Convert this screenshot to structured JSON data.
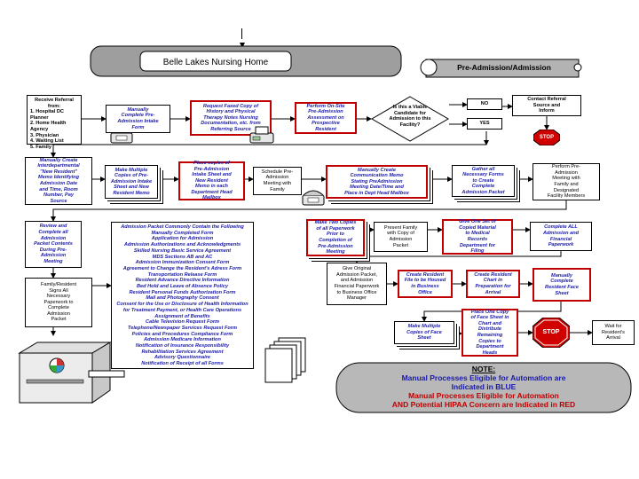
{
  "header": {
    "org_title": "Belle Lakes Nursing Home",
    "process_title": "Pre-Admission/Admission"
  },
  "colors": {
    "automation_blue": "#1a1aa8",
    "hipaa_red": "#c00000",
    "note_bg": "#b8b8b8",
    "stop_red": "#d00000"
  },
  "nodes": {
    "receive_referral": "Receive Referral\nfrom:",
    "referral_sources": [
      "1. Hospital DC Planner",
      "2. Home Health Agency",
      "3. Physician",
      "4. Waiting List",
      "5. Family"
    ],
    "manual_complete_intake": "Manually\nComplete Pre-\nAdmission Intake\nForm",
    "request_faxed_copy": "Request Faxed Copy of\nHistory and Physical\nTherapy Notes Nursing\nDocumentation, etc. from\nReferring Source",
    "perform_onsite": "Perform On-Site\nPre-Admission\nAssessment on\nProspective\nResident",
    "decision_viable": "Is this a Viable\nCandidate for\nAdmission to this\nFacility?",
    "no_label": "NO",
    "yes_label": "YES",
    "contact_referral": "Contact Referral\nSource and\nInform",
    "stop_label": "STOP",
    "manual_create_interdept": "Manually Create\nInterdepartmental\n\"New Resident\"\nMemo Identifying\nAdmission Date\nand Time, Room\nNumber, Pay\nSource",
    "make_multiple_copies": "Make Multiple\nCopies of Pre-\nAdmission Intake\nSheet and New\nResident Memo",
    "place_copies": "Place copies of\nPre-Admission\nIntake Sheet and\nNew Resident\nMemo in each\nDepartment Head\nMailbox",
    "schedule_meeting": "Schedule Pre-\nAdmission\nMeeting with\nFamily",
    "create_comm_memo": "Manually Create\nCommunication Memo\nStating PreAdmission\nMeeting Date/Time and\nPlace in Dept Head Mailbox",
    "gather_forms": "Gather all\nNecessary Forms\nto Create\nComplete\nAdmission Packet",
    "perform_meeting": "Perform Pre-\nAdmission\nMeeting with\nFamily and\nDesignated\nFacility Members",
    "review_complete": "Review and\nComplete all\nAdmission\nPacket Contents\nDuring Pre-\nAdmission\nMeeting",
    "family_signs": "Family/Resident\nSigns All\nNecessary\nPaperwork to\nComplete\nAdmission\nPacket",
    "packet_header": "Admission Packet Commonly Contain the Following",
    "packet_items": [
      "Manually Completed Form",
      "Application for Admission",
      "Admission Authorizations and Acknowledgments",
      "Skilled Nursing Basic Service Agreement",
      "MDS Sections AB and AC",
      "Admission Immunization Consent Form",
      "Agreement to Change the Resident's Adress Form",
      "Transportation Release Form",
      "Resident Advance Directive Information",
      "Bed Hold and Leave of Absence Policy",
      "Resident Personal Funds Authorization Form",
      "Mail and Photography Consent",
      "Consent for the Use or Disclosure of Health Information",
      "for Treatment Payment, or Health Care Operations",
      "Assignment of Benefits",
      "Cable Television Request Form",
      "Telephone/Newspaper Services Request Form",
      "Policies and Procedures Compliance Form",
      "Admission Medicare Information",
      "Notification of Insurance Responsibility",
      "Rehabilitation Services Agreement",
      "Advisory Questionnaire",
      "Notification of Receipt of all Forms"
    ],
    "make_two_copies": "Make Two Copies\nof all Paperwork\nPrior to\nCompletion of\nPre-Admission\nMeeting",
    "present_family": "Present Family\nwith Copy of\nAdmission\nPacket",
    "give_one_set": "Give One Set of\nCopied Material\nto Medical\nRecords\nDepartment for\nFiling",
    "complete_all": "Complete ALL\nAdmission and\nFinancial\nPaperwork",
    "give_original": "Give Original\nAdmission Packet,\nand Admission\nFinancial Paperwork\nto Business Office\nManager",
    "create_resident_file": "Create Resident\nFile to be Housed\nin Business\nOffice",
    "create_resident_chart": "Create Resident\nChart in\nPreparation for\nArrival",
    "manual_face_sheet": "Manually\nComplete\nResident Face\nSheet",
    "make_face_copies": "Make Multiple\nCopies of Face\nSheet",
    "place_face_copy": "Place One Copy\nof Face Sheet in\nChart and\nDistribute\nRemaining\nCopies to\nDepartment\nHeads",
    "wait_arrival": "Wait for\nResident's\nArrival"
  },
  "note": {
    "title": "NOTE:",
    "blue_line1": "Manual Processes Eligible for Automation are",
    "blue_line2": "Indicated in BLUE",
    "red_line1": "Manual Processes Eligible for Automation",
    "red_line2": "AND Potential HIPAA Concern are Indicated in RED"
  }
}
